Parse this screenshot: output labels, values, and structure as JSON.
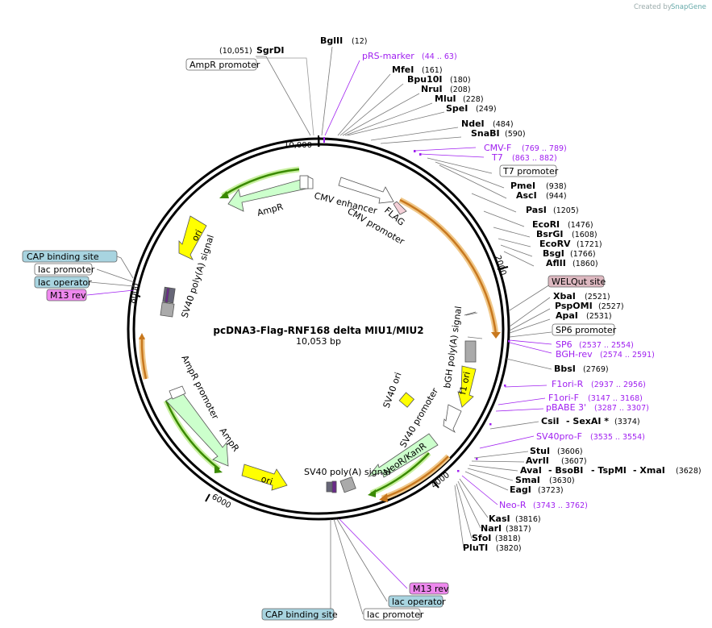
{
  "brand": {
    "prefix": "Created by",
    "name": "SnapGene"
  },
  "plasmid": {
    "name": "pcDNA3-Flag-RNF168 delta MIU1/MIU2",
    "size": "10,053 bp"
  },
  "ticks": [
    "10,000",
    "2000",
    "4000",
    "6000",
    "8000"
  ],
  "enzymes": [
    {
      "name": "SgrDI",
      "pos": "(10,051)"
    },
    {
      "name": "BglII",
      "pos": "(12)"
    },
    {
      "name": "MfeI",
      "pos": "(161)"
    },
    {
      "name": "Bpu10I",
      "pos": "(180)"
    },
    {
      "name": "NruI",
      "pos": "(208)"
    },
    {
      "name": "MluI",
      "pos": "(228)"
    },
    {
      "name": "SpeI",
      "pos": "(249)"
    },
    {
      "name": "NdeI",
      "pos": "(484)"
    },
    {
      "name": "SnaBI",
      "pos": "(590)"
    },
    {
      "name": "PmeI",
      "pos": "(938)"
    },
    {
      "name": "AscI",
      "pos": "(944)"
    },
    {
      "name": "PasI",
      "pos": "(1205)"
    },
    {
      "name": "EcoRI",
      "pos": "(1476)"
    },
    {
      "name": "BsrGI",
      "pos": "(1608)"
    },
    {
      "name": "EcoRV",
      "pos": "(1721)"
    },
    {
      "name": "BsgI",
      "pos": "(1766)"
    },
    {
      "name": "AflII",
      "pos": "(1860)"
    },
    {
      "name": "XbaI",
      "pos": "(2521)"
    },
    {
      "name": "PspOMI",
      "pos": "(2527)"
    },
    {
      "name": "ApaI",
      "pos": "(2531)"
    },
    {
      "name": "BbsI",
      "pos": "(2769)"
    },
    {
      "name": "CsiI",
      "pos": ""
    },
    {
      "name": "- SexAI *",
      "pos": "(3374)"
    },
    {
      "name": "StuI",
      "pos": "(3606)"
    },
    {
      "name": "AvrII",
      "pos": "(3607)"
    },
    {
      "name": "AvaI",
      "pos": ""
    },
    {
      "name": "- BsoBI",
      "pos": ""
    },
    {
      "name": "- TspMI",
      "pos": ""
    },
    {
      "name": "- XmaI",
      "pos": "(3628)"
    },
    {
      "name": "SmaI",
      "pos": "(3630)"
    },
    {
      "name": "EagI",
      "pos": "(3723)"
    },
    {
      "name": "KasI",
      "pos": "(3816)"
    },
    {
      "name": "NarI",
      "pos": "(3817)"
    },
    {
      "name": "SfoI",
      "pos": "(3818)"
    },
    {
      "name": "PluTI",
      "pos": "(3820)"
    }
  ],
  "primers": [
    {
      "name": "pRS-marker",
      "pos": "(44 .. 63)"
    },
    {
      "name": "CMV-F",
      "pos": "(769 .. 789)"
    },
    {
      "name": "T7",
      "pos": "(863 .. 882)"
    },
    {
      "name": "SP6",
      "pos": "(2537 .. 2554)"
    },
    {
      "name": "BGH-rev",
      "pos": "(2574 .. 2591)"
    },
    {
      "name": "F1ori-R",
      "pos": "(2937 .. 2956)"
    },
    {
      "name": "F1ori-F",
      "pos": "(3147 .. 3168)"
    },
    {
      "name": "pBABE 3'",
      "pos": "(3287 .. 3307)"
    },
    {
      "name": "SV40pro-F",
      "pos": "(3535 .. 3554)"
    },
    {
      "name": "Neo-R",
      "pos": "(3743 .. 3762)"
    }
  ],
  "boxed_labels": [
    {
      "text": "AmpR promoter",
      "kind": "plain"
    },
    {
      "text": "T7 promoter",
      "kind": "plain"
    },
    {
      "text": "WELQut site",
      "kind": "pink"
    },
    {
      "text": "SP6 promoter",
      "kind": "plain"
    },
    {
      "text": "CAP binding site",
      "kind": "blue"
    },
    {
      "text": "lac promoter",
      "kind": "plain"
    },
    {
      "text": "lac operator",
      "kind": "blue"
    },
    {
      "text": "M13 rev",
      "kind": "purple"
    },
    {
      "text": "M13 rev",
      "kind": "purple"
    },
    {
      "text": "lac operator",
      "kind": "blue"
    },
    {
      "text": "CAP binding site",
      "kind": "blue"
    },
    {
      "text": "lac promoter",
      "kind": "plain"
    }
  ],
  "features": {
    "ampr_top": "AmpR",
    "cmv_enhancer": "CMV enhancer",
    "cmv_promoter": "CMV promoter",
    "flag": "FLAG",
    "ori_top": "ori",
    "sv40_polya_left": "SV40 poly(A) signal",
    "bgh_polya": "bGH poly(A) signal",
    "f1_ori": "f1 ori",
    "sv40_ori": "SV40 ori",
    "sv40_promoter": "SV40 promoter",
    "neor": "NeoR/KanR",
    "sv40_polya_bottom": "SV40 poly(A) signal",
    "ori_bottom": "ori",
    "ampr_bottom": "AmpR",
    "ampr_promoter_inner": "AmpR promoter"
  },
  "colors": {
    "backbone": "#000000",
    "primer": "#a020f0",
    "ori": "#ffff00",
    "ampr_fill": "#ccffcc",
    "arrow_green": "#3a8a00",
    "arrow_orange": "#c8781e",
    "box_blue": "#a8d4e0",
    "box_pink": "#ddb8c0",
    "box_purple": "#ee88ee"
  }
}
